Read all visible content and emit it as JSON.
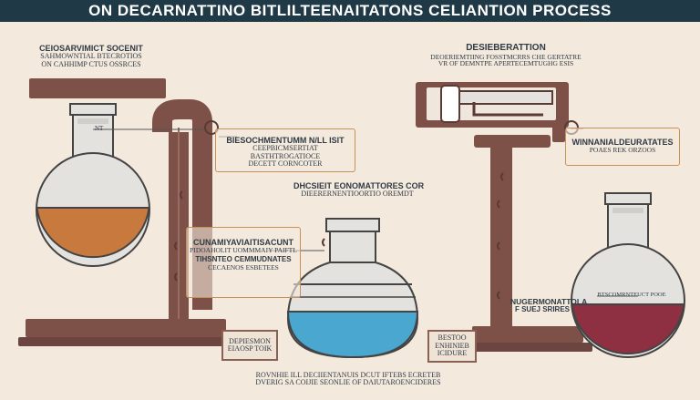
{
  "title": "ON DECARNATTINO BITLILTEENAITATONS CELIANTION PROCESS",
  "top_left": {
    "heading": "CEIOSARVIMICT SOCENIT",
    "lines": [
      "SAHMOWNTIAL BTECROTIOS",
      "ON CAHHIMP CTUS OSSRCES"
    ]
  },
  "top_right": {
    "heading": "DESIEBERATTION",
    "lines": [
      "DEOERIEMTIING FOSSTMCRRS CHE GERTATRE",
      "VR OF DEMNTPE APERTECEMTUGHG ESIS"
    ]
  },
  "box_left": {
    "heading": "BIESOCHMENTUMM N/LL ISIT",
    "lines": [
      "CEEPBICMSERTIAT",
      "BASTHTROGATIOCE",
      "DECETT CORNCOTER"
    ]
  },
  "flask_tag": "NT",
  "center_caption": {
    "heading": "DHCSIEIT EONOMATTORES COR",
    "line": "DIEERERNENTIOORTIO OREMDT"
  },
  "box_mid": {
    "heading": "CUNAMIYAVIAITISACUNT",
    "line1": "PIDOAHOLIT UOMMMAIY PAIFTL",
    "line2": "TIHSNTEO CEMMUDNATES",
    "line3": "CECAENOS ESBETEES"
  },
  "box_right": {
    "heading": "WINNANIALDEURATATES",
    "line": "POAES REK ORZOOS"
  },
  "bottom_right_label": {
    "heading": "NUGERMONATTOLA",
    "line": "F SUEJ SRIRES"
  },
  "right_flask_tag": "BTSCOMRNTEUCT POOE",
  "plaque_left": [
    "DEPIESMON",
    "EIAOSP TOIK"
  ],
  "plaque_right": [
    "BESTOO",
    "ENHINIEB",
    "ICIDURE"
  ],
  "footer": [
    "ROVNHIE ILL DECIIENTANUIS DCUT IFTEBS ECRETEB",
    "DVERIG SA COIJIE SEONLIE OF DAIUTAROENCIDERES"
  ],
  "colors": {
    "banner": "#1f3a46",
    "background": "#f3e9dd",
    "stand": "#7d5148",
    "leader": "#c9905a",
    "amber_liquid": "#c87a3e",
    "blue_liquid": "#4aa7d0",
    "red_liquid": "#8e3042",
    "glass": "#e4e2df"
  }
}
